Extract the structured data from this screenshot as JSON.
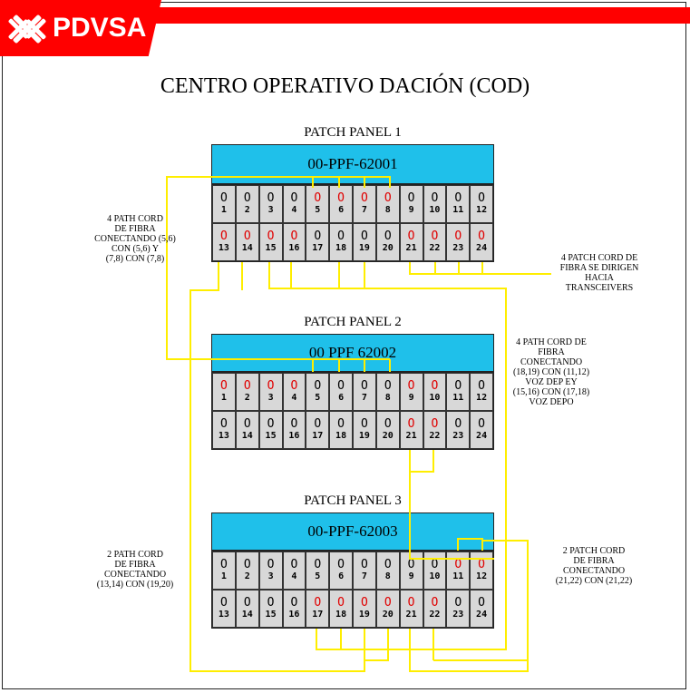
{
  "brand": {
    "name": "PDVSA"
  },
  "title": "CENTRO OPERATIVO DACIÓN  (COD)",
  "panels": [
    {
      "title": "PATCH PANEL 1",
      "label": "00-PPF-62001",
      "ports": [
        {
          "n": "1",
          "ring": "O",
          "red": false
        },
        {
          "n": "2",
          "ring": "O",
          "red": false
        },
        {
          "n": "3",
          "ring": "O",
          "red": false
        },
        {
          "n": "4",
          "ring": "O",
          "red": false
        },
        {
          "n": "5",
          "ring": "O",
          "red": true
        },
        {
          "n": "6",
          "ring": "O",
          "red": true
        },
        {
          "n": "7",
          "ring": "O",
          "red": true
        },
        {
          "n": "8",
          "ring": "O",
          "red": true
        },
        {
          "n": "9",
          "ring": "O",
          "red": false
        },
        {
          "n": "10",
          "ring": "O",
          "red": false
        },
        {
          "n": "11",
          "ring": "O",
          "red": false
        },
        {
          "n": "12",
          "ring": "O",
          "red": false
        },
        {
          "n": "13",
          "ring": "O",
          "red": true
        },
        {
          "n": "14",
          "ring": "O",
          "red": true
        },
        {
          "n": "15",
          "ring": "O",
          "red": true
        },
        {
          "n": "16",
          "ring": "O",
          "red": true
        },
        {
          "n": "17",
          "ring": "O",
          "red": false
        },
        {
          "n": "18",
          "ring": "O",
          "red": false
        },
        {
          "n": "19",
          "ring": "O",
          "red": false
        },
        {
          "n": "20",
          "ring": "O",
          "red": false
        },
        {
          "n": "21",
          "ring": "O",
          "red": true
        },
        {
          "n": "22",
          "ring": "O",
          "red": true
        },
        {
          "n": "23",
          "ring": "O",
          "red": true
        },
        {
          "n": "24",
          "ring": "O",
          "red": true
        }
      ]
    },
    {
      "title": "PATCH PANEL 2",
      "label": "00 PPF 62002",
      "ports": [
        {
          "n": "1",
          "ring": "O",
          "red": true
        },
        {
          "n": "2",
          "ring": "O",
          "red": true
        },
        {
          "n": "3",
          "ring": "O",
          "red": true
        },
        {
          "n": "4",
          "ring": "O",
          "red": true
        },
        {
          "n": "5",
          "ring": "O",
          "red": false
        },
        {
          "n": "6",
          "ring": "O",
          "red": false
        },
        {
          "n": "7",
          "ring": "O",
          "red": false
        },
        {
          "n": "8",
          "ring": "O",
          "red": false
        },
        {
          "n": "9",
          "ring": "O",
          "red": true
        },
        {
          "n": "10",
          "ring": "O",
          "red": true
        },
        {
          "n": "11",
          "ring": "O",
          "red": false
        },
        {
          "n": "12",
          "ring": "O",
          "red": false
        },
        {
          "n": "13",
          "ring": "O",
          "red": false
        },
        {
          "n": "14",
          "ring": "O",
          "red": false
        },
        {
          "n": "15",
          "ring": "O",
          "red": false
        },
        {
          "n": "16",
          "ring": "O",
          "red": false
        },
        {
          "n": "17",
          "ring": "O",
          "red": false
        },
        {
          "n": "18",
          "ring": "O",
          "red": false
        },
        {
          "n": "19",
          "ring": "O",
          "red": false
        },
        {
          "n": "20",
          "ring": "O",
          "red": false
        },
        {
          "n": "21",
          "ring": "O",
          "red": true
        },
        {
          "n": "22",
          "ring": "O",
          "red": true
        },
        {
          "n": "23",
          "ring": "O",
          "red": false
        },
        {
          "n": "24",
          "ring": "O",
          "red": false
        }
      ]
    },
    {
      "title": "PATCH PANEL 3",
      "label": "00-PPF-62003",
      "ports": [
        {
          "n": "1",
          "ring": "O",
          "red": false
        },
        {
          "n": "2",
          "ring": "O",
          "red": false
        },
        {
          "n": "3",
          "ring": "O",
          "red": false
        },
        {
          "n": "4",
          "ring": "O",
          "red": false
        },
        {
          "n": "5",
          "ring": "O",
          "red": false
        },
        {
          "n": "6",
          "ring": "O",
          "red": false
        },
        {
          "n": "7",
          "ring": "O",
          "red": false
        },
        {
          "n": "8",
          "ring": "O",
          "red": false
        },
        {
          "n": "9",
          "ring": "O",
          "red": false
        },
        {
          "n": "10",
          "ring": "O",
          "red": false
        },
        {
          "n": "11",
          "ring": "O",
          "red": true
        },
        {
          "n": "12",
          "ring": "O",
          "red": true
        },
        {
          "n": "13",
          "ring": "O",
          "red": false
        },
        {
          "n": "14",
          "ring": "O",
          "red": false
        },
        {
          "n": "15",
          "ring": "O",
          "red": false
        },
        {
          "n": "16",
          "ring": "O",
          "red": false
        },
        {
          "n": "17",
          "ring": "O",
          "red": true
        },
        {
          "n": "18",
          "ring": "O",
          "red": true
        },
        {
          "n": "19",
          "ring": "O",
          "red": true
        },
        {
          "n": "20",
          "ring": "O",
          "red": true
        },
        {
          "n": "21",
          "ring": "O",
          "red": true
        },
        {
          "n": "22",
          "ring": "O",
          "red": true
        },
        {
          "n": "23",
          "ring": "O",
          "red": false
        },
        {
          "n": "24",
          "ring": "O",
          "red": false
        }
      ]
    }
  ],
  "notes": {
    "left_top": [
      "4 PATH CORD",
      "DE FIBRA",
      "CONECTANDO (5,6)",
      "CON (5,6) y",
      "(7,8) CON (7,8)"
    ],
    "right_top": [
      "4 PATCH CORD DE",
      "FIBRA SE DIRIGEN",
      "HACIA",
      "TRANSCEIVERS"
    ],
    "right_mid": [
      "4 PATH CORD DE",
      "FIBRA",
      "CONECTANDO",
      "(18,19)  CON (11,12)",
      "VOZ DEP EY",
      "(15,16)  CON (17,18)",
      "VOZ DEPO"
    ],
    "left_bottom": [
      "2 PATH CORD",
      "DE FIBRA",
      "CONECTANDO",
      "(13,14)  CON (19,20)"
    ],
    "right_bottom": [
      "2 PATCH CORD",
      "DE FIBRA",
      "CONECTANDO",
      "(21,22)  CON (21,22)"
    ]
  },
  "colors": {
    "brand_red": "#ff0000",
    "panel_header": "#1fc0ea",
    "cable": "#ffee00",
    "port_active": "#e00000"
  }
}
